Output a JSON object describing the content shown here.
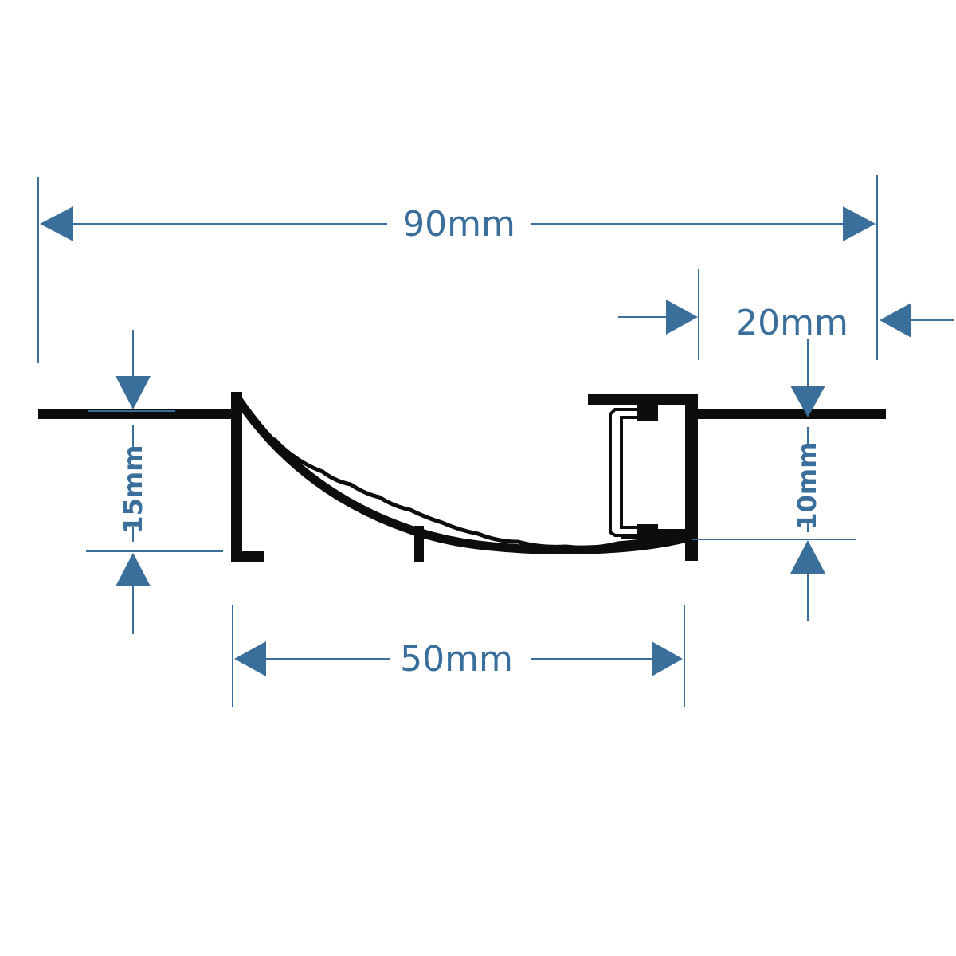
{
  "dimensions": {
    "overall_width": "90mm",
    "side_width": "20mm",
    "left_depth": "15mm",
    "right_depth": "10mm",
    "channel_width": "50mm"
  },
  "colors": {
    "dimension": "#3a6f9c",
    "profile": "#0d0d0d",
    "background": "#ffffff"
  }
}
